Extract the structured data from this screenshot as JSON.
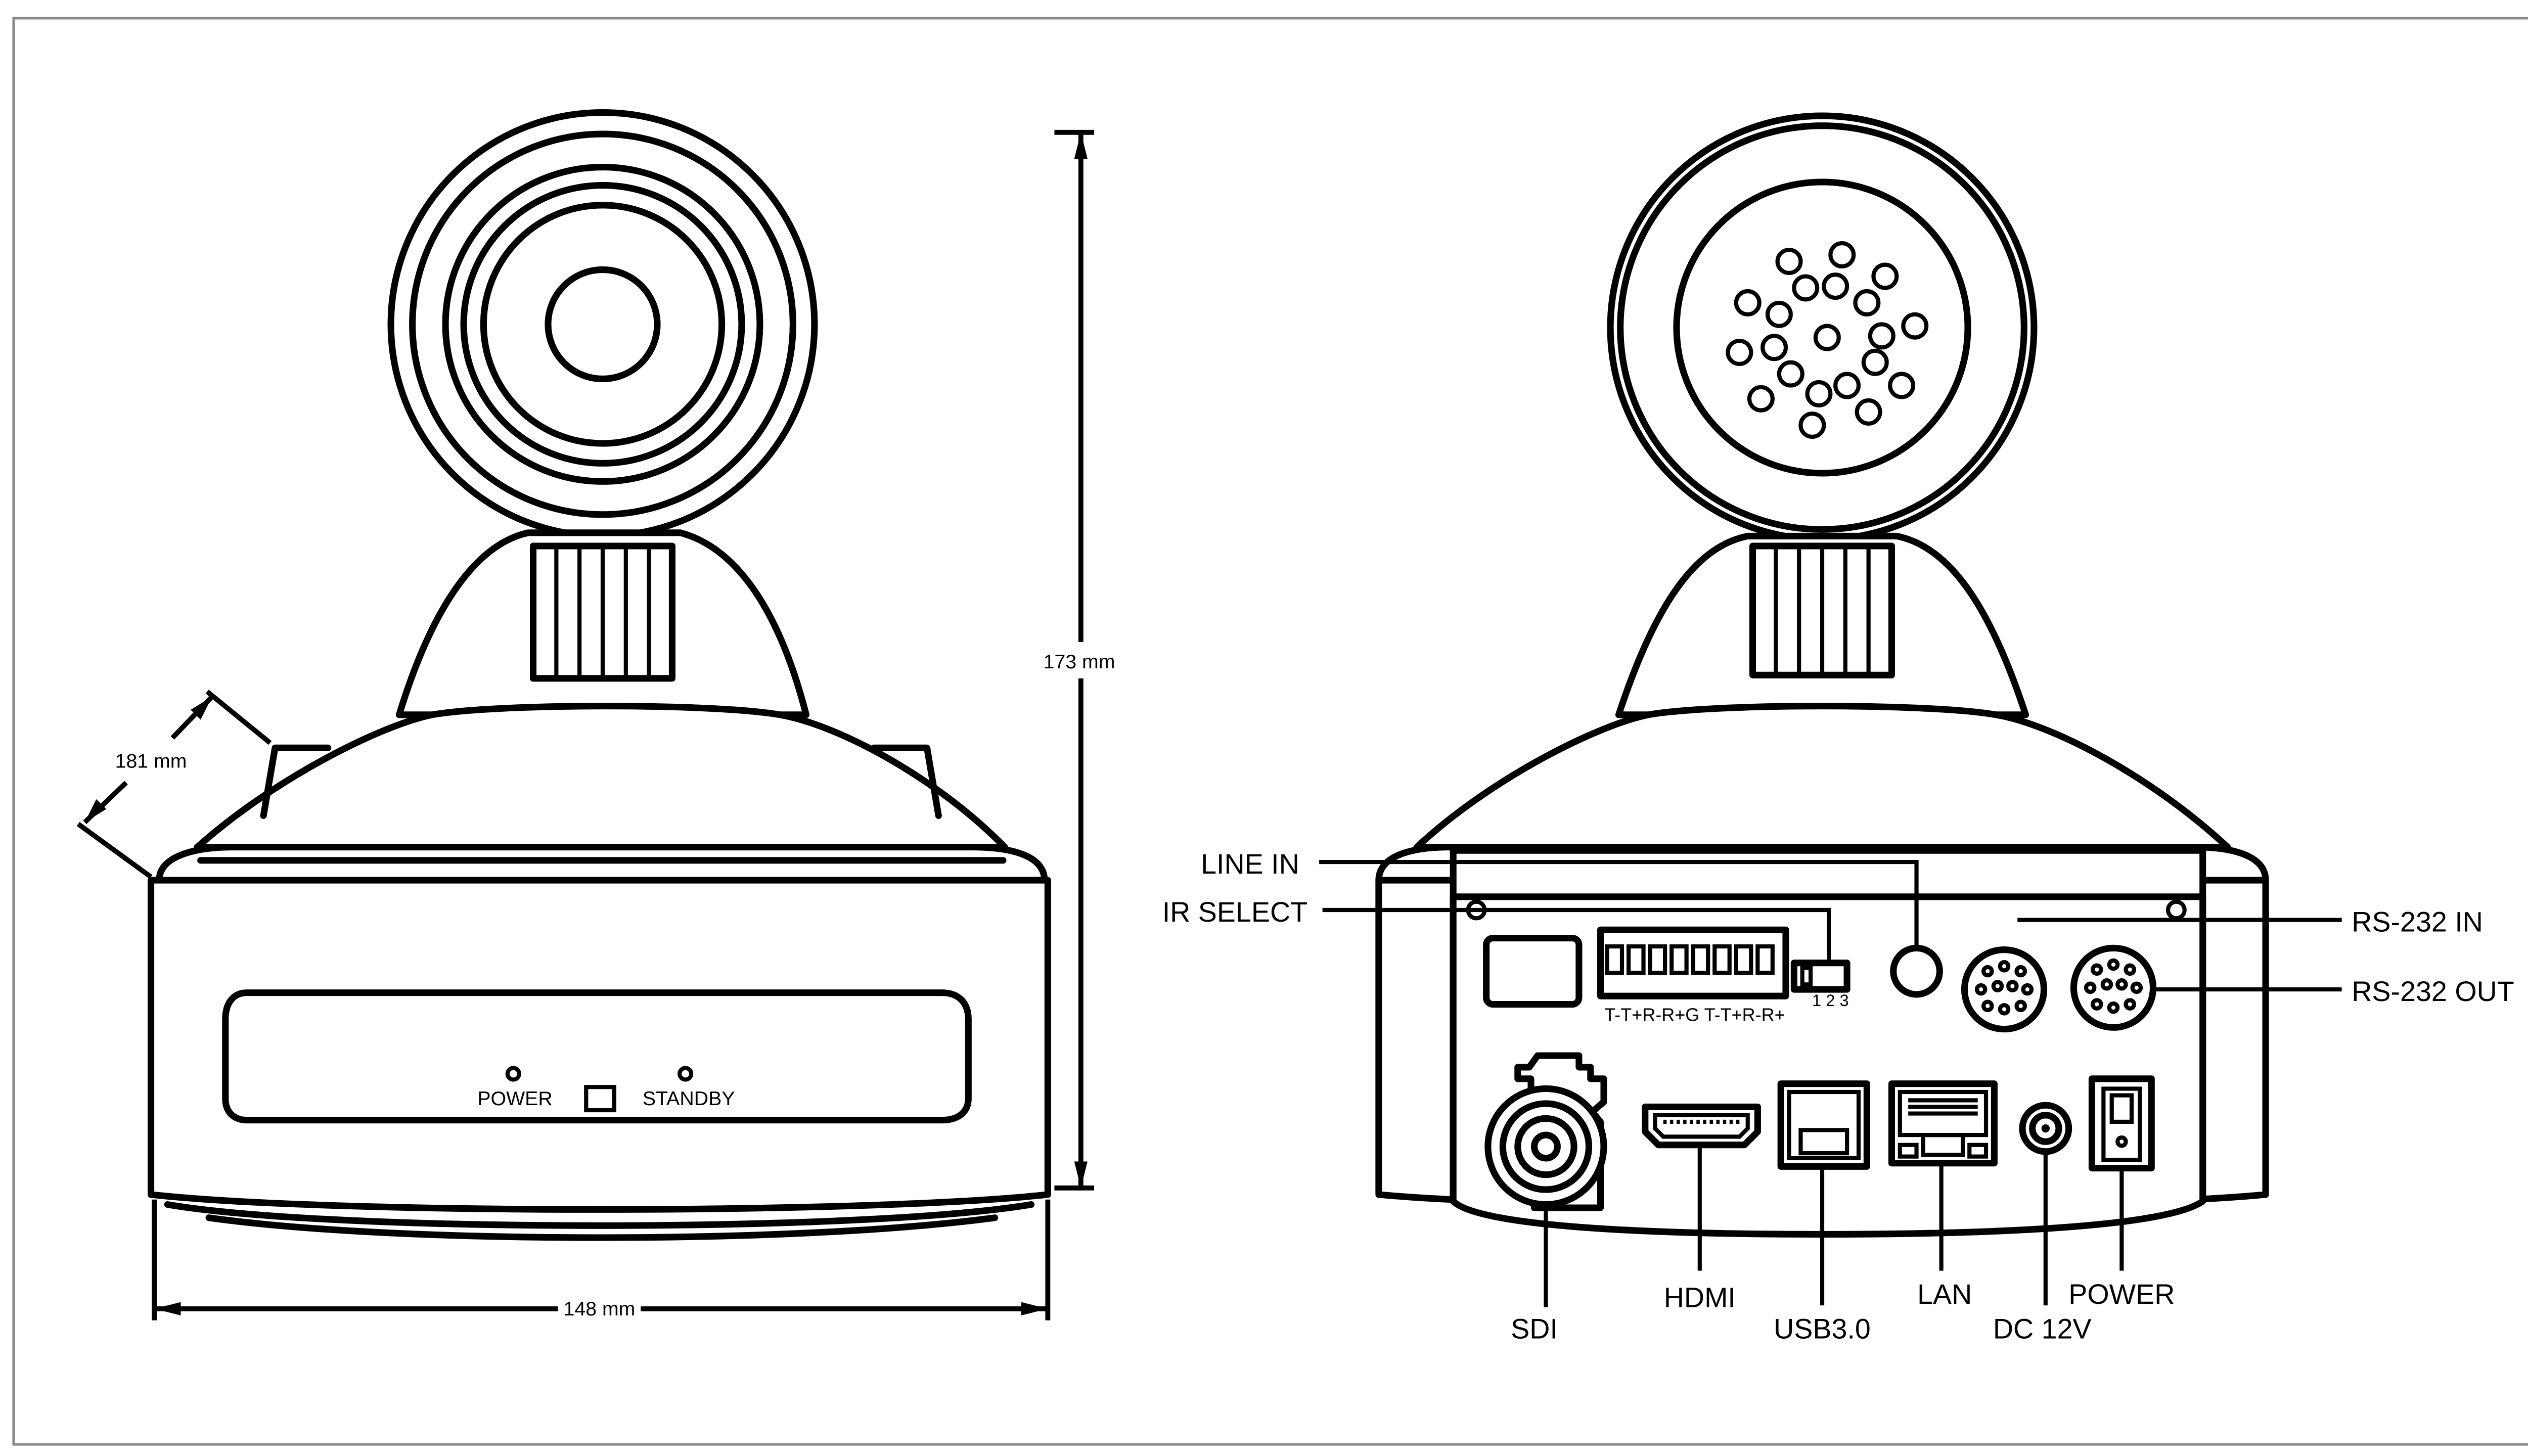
{
  "dimensions": {
    "height": "173 mm",
    "depth": "181 mm",
    "width": "148 mm"
  },
  "front_view": {
    "led_labels": {
      "power": "POWER",
      "standby": "STANDBY"
    }
  },
  "rear_view": {
    "terminal_labels": "T-T+R-R+G T-T+R-R+",
    "dip_switch_numbers": "1 2 3",
    "callouts": {
      "line_in": "LINE IN",
      "ir_select": "IR SELECT",
      "rs232_in": "RS-232 IN",
      "rs232_out": "RS-232 OUT",
      "sdi": "SDI",
      "hdmi": "HDMI",
      "usb": "USB3.0",
      "lan": "LAN",
      "dc": "DC 12V",
      "power": "POWER"
    }
  }
}
